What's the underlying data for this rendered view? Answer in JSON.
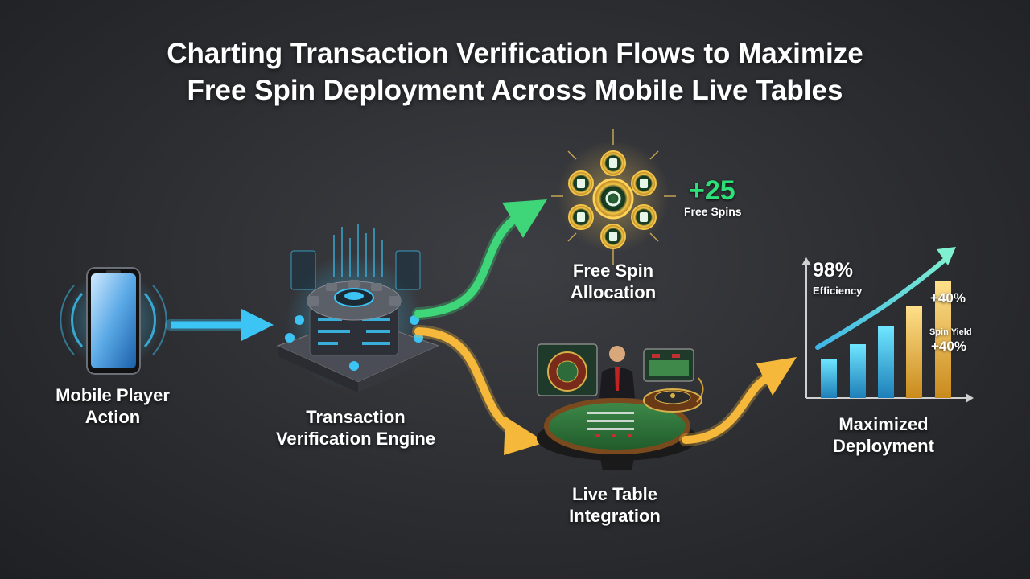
{
  "title": {
    "line1": "Charting Transaction Verification Flows to Maximize",
    "line2": "Free Spin Deployment Across Mobile Live Tables"
  },
  "nodes": {
    "mobile": {
      "line1": "Mobile Player",
      "line2": "Action"
    },
    "engine": {
      "line1": "Transaction",
      "line2": "Verification Engine"
    },
    "free_spin": {
      "line1": "Free Spin",
      "line2": "Allocation"
    },
    "live_table": {
      "line1": "Live Table",
      "line2": "Integration"
    },
    "deployment": {
      "line1": "Maximized",
      "line2": "Deployment"
    }
  },
  "free_spins_badge": {
    "value": "+25",
    "label": "Free Spins"
  },
  "chart": {
    "efficiency_value": "98%",
    "efficiency_label": "Efficiency",
    "increase_1": "+40%",
    "spin_yield_label": "Spin Yield",
    "increase_2": "+40%"
  },
  "colors": {
    "background": "#2c2d31",
    "blue_arrow": "#3cc4f5",
    "green_arrow": "#3fd67a",
    "gold_arrow": "#f5b83a",
    "free_spins_green": "#2ee07a",
    "coin_gold": "#e0a92a"
  },
  "icons": [
    "smartphone-icon",
    "gear-server-icon",
    "coin-cluster-icon",
    "roulette-table-icon",
    "bar-chart-icon"
  ]
}
